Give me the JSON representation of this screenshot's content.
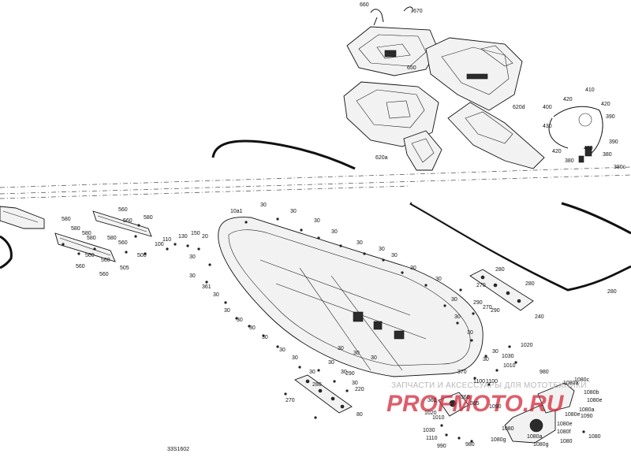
{
  "diagram": {
    "drawing_code": "33S1602",
    "watermark_top": "ЗАПЧАСТИ И АКСЕССУАРЫ ДЛЯ МОТОТЕХНИКИ",
    "watermark_brand": "PROFMOTO.RU",
    "callouts": [
      {
        "id": "c650",
        "text": "650"
      },
      {
        "id": "c660",
        "text": "660"
      },
      {
        "id": "c670",
        "text": "670"
      },
      {
        "id": "c620d",
        "text": "620d"
      },
      {
        "id": "c620a",
        "text": "620a"
      },
      {
        "id": "c410",
        "text": "410"
      },
      {
        "id": "c420a",
        "text": "420"
      },
      {
        "id": "c420b",
        "text": "420"
      },
      {
        "id": "c420c",
        "text": "420"
      },
      {
        "id": "c420d",
        "text": "420"
      },
      {
        "id": "c400",
        "text": "400"
      },
      {
        "id": "c430",
        "text": "430"
      },
      {
        "id": "c390a",
        "text": "390"
      },
      {
        "id": "c390b",
        "text": "390"
      },
      {
        "id": "c380a",
        "text": "380"
      },
      {
        "id": "c380b",
        "text": "380c"
      },
      {
        "id": "c380c",
        "text": "380"
      },
      {
        "id": "c10a1",
        "text": "10a1"
      },
      {
        "id": "c30_1",
        "text": "30"
      },
      {
        "id": "c30_2",
        "text": "30"
      },
      {
        "id": "c30_3",
        "text": "30"
      },
      {
        "id": "c30_4",
        "text": "30"
      },
      {
        "id": "c30_5",
        "text": "30"
      },
      {
        "id": "c30_6",
        "text": "30"
      },
      {
        "id": "c30_7",
        "text": "30"
      },
      {
        "id": "c30_8",
        "text": "30"
      },
      {
        "id": "c30_9",
        "text": "30"
      },
      {
        "id": "c30_10",
        "text": "30"
      },
      {
        "id": "c30_11",
        "text": "30"
      },
      {
        "id": "c30_12",
        "text": "30"
      },
      {
        "id": "c30_13",
        "text": "30"
      },
      {
        "id": "c30_14",
        "text": "30"
      },
      {
        "id": "c30_15",
        "text": "30"
      },
      {
        "id": "c30_16",
        "text": "30"
      },
      {
        "id": "c30_17",
        "text": "30"
      },
      {
        "id": "c30_18",
        "text": "30"
      },
      {
        "id": "c30_19",
        "text": "30"
      },
      {
        "id": "c30_20",
        "text": "30"
      },
      {
        "id": "c30_21",
        "text": "30"
      },
      {
        "id": "c30_22",
        "text": "30"
      },
      {
        "id": "c30_23",
        "text": "30"
      },
      {
        "id": "c30_24",
        "text": "30"
      },
      {
        "id": "c30_25",
        "text": "30"
      },
      {
        "id": "c30_26",
        "text": "30"
      },
      {
        "id": "c30_27",
        "text": "30"
      },
      {
        "id": "c30_28",
        "text": "30"
      },
      {
        "id": "c30_29",
        "text": "30"
      },
      {
        "id": "c30_30",
        "text": "30"
      },
      {
        "id": "c580a",
        "text": "580"
      },
      {
        "id": "c580b",
        "text": "580"
      },
      {
        "id": "c580c",
        "text": "580"
      },
      {
        "id": "c580d",
        "text": "580"
      },
      {
        "id": "c580e",
        "text": "580"
      },
      {
        "id": "c580f",
        "text": "580"
      },
      {
        "id": "c560a",
        "text": "560"
      },
      {
        "id": "c560b",
        "text": "560"
      },
      {
        "id": "c560c",
        "text": "560"
      },
      {
        "id": "c560d",
        "text": "560"
      },
      {
        "id": "c560e",
        "text": "560"
      },
      {
        "id": "c560f",
        "text": "560"
      },
      {
        "id": "c560g",
        "text": "560"
      },
      {
        "id": "c500",
        "text": "500"
      },
      {
        "id": "c505",
        "text": "505"
      },
      {
        "id": "c100",
        "text": "100"
      },
      {
        "id": "c110",
        "text": "110"
      },
      {
        "id": "c130",
        "text": "130"
      },
      {
        "id": "c150",
        "text": "150"
      },
      {
        "id": "c20",
        "text": "20"
      },
      {
        "id": "c280a",
        "text": "280"
      },
      {
        "id": "c280b",
        "text": "280"
      },
      {
        "id": "c280c",
        "text": "280"
      },
      {
        "id": "c280d",
        "text": "280"
      },
      {
        "id": "c270a",
        "text": "270"
      },
      {
        "id": "c270b",
        "text": "270"
      },
      {
        "id": "c270c",
        "text": "270"
      },
      {
        "id": "c290a",
        "text": "290"
      },
      {
        "id": "c290b",
        "text": "290"
      },
      {
        "id": "c290c",
        "text": "290"
      },
      {
        "id": "c220",
        "text": "220"
      },
      {
        "id": "c240",
        "text": "240"
      },
      {
        "id": "c80",
        "text": "80"
      },
      {
        "id": "c361a",
        "text": "361"
      },
      {
        "id": "c361b",
        "text": "361"
      },
      {
        "id": "c370",
        "text": "370"
      },
      {
        "id": "c360",
        "text": "360"
      },
      {
        "id": "c365",
        "text": "365"
      },
      {
        "id": "c1020a",
        "text": "1020"
      },
      {
        "id": "c1020b",
        "text": "1020"
      },
      {
        "id": "c1030a",
        "text": "1030"
      },
      {
        "id": "c1030b",
        "text": "1030"
      },
      {
        "id": "c1010a",
        "text": "1010"
      },
      {
        "id": "c1010b",
        "text": "1010"
      },
      {
        "id": "c1110",
        "text": "1110"
      },
      {
        "id": "c1100a",
        "text": "1100"
      },
      {
        "id": "c1100b",
        "text": "1100"
      },
      {
        "id": "c1090",
        "text": "1090"
      },
      {
        "id": "c1080",
        "text": "1080"
      },
      {
        "id": "c1080a",
        "text": "1080a"
      },
      {
        "id": "c1080b",
        "text": "1080b"
      },
      {
        "id": "c1080c",
        "text": "1080c"
      },
      {
        "id": "c1080d",
        "text": "1080a"
      },
      {
        "id": "c1080e",
        "text": "1080e"
      },
      {
        "id": "c1080f",
        "text": "1080f"
      },
      {
        "id": "c1080g",
        "text": "1080g"
      },
      {
        "id": "c1080h",
        "text": "1080"
      },
      {
        "id": "c1080i",
        "text": "1080"
      },
      {
        "id": "c1080j",
        "text": "1080a"
      },
      {
        "id": "c1080k",
        "text": "1080e"
      },
      {
        "id": "c1080l",
        "text": "1080e"
      },
      {
        "id": "c1080m",
        "text": "1080g"
      },
      {
        "id": "c980a",
        "text": "980"
      },
      {
        "id": "c980b",
        "text": "980"
      },
      {
        "id": "c990",
        "text": "990"
      },
      {
        "id": "c1090b",
        "text": "1090"
      }
    ]
  }
}
